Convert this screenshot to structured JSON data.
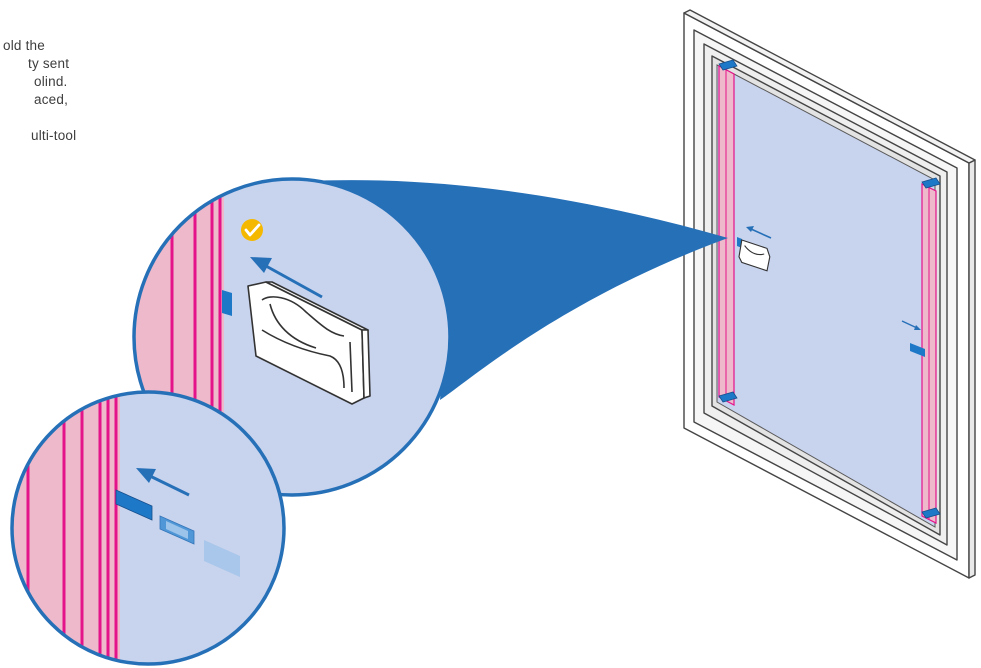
{
  "instructions": {
    "lines": [
      "old the",
      "ty sent",
      "olind.",
      "aced,",
      "",
      "ulti-tool"
    ]
  },
  "colors": {
    "brand_blue": "#2670b8",
    "glass": "#c8d3ee",
    "bead_pink": "#eeb9cb",
    "magenta": "#e5138a",
    "clip_blue": "#1e78c8",
    "check_yellow": "#f5b800",
    "frame_stroke": "#454545"
  },
  "icons": {
    "check": "check-icon",
    "arrow": "arrow-icon",
    "clip": "plastic-clip"
  }
}
